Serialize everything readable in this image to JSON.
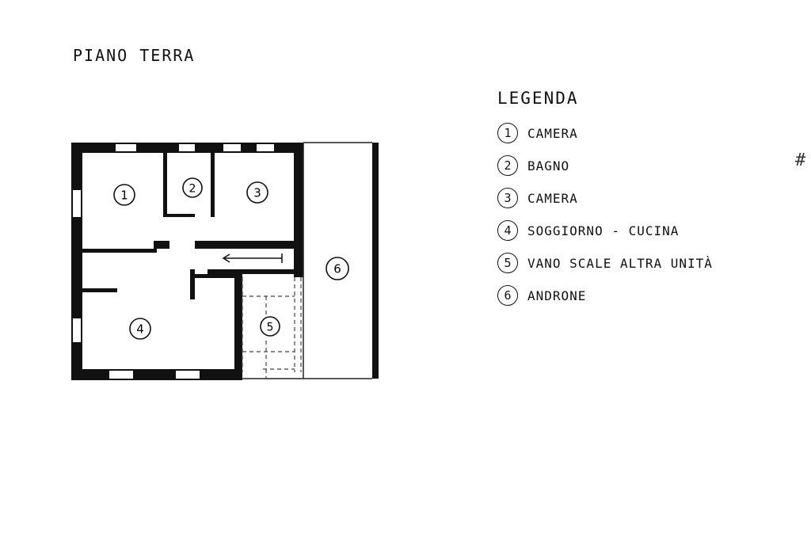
{
  "title": "PIANO TERRA",
  "legend": {
    "title": "LEGENDA",
    "items": [
      {
        "num": "1",
        "label": "CAMERA"
      },
      {
        "num": "2",
        "label": "BAGNO"
      },
      {
        "num": "3",
        "label": "CAMERA"
      },
      {
        "num": "4",
        "label": "SOGGIORNO - CUCINA"
      },
      {
        "num": "5",
        "label": "VANO SCALE ALTRA UNITÀ"
      },
      {
        "num": "6",
        "label": "ANDRONE"
      }
    ]
  },
  "rooms": [
    "1",
    "2",
    "3",
    "4",
    "5",
    "6"
  ],
  "marks": {
    "corner": "#"
  }
}
